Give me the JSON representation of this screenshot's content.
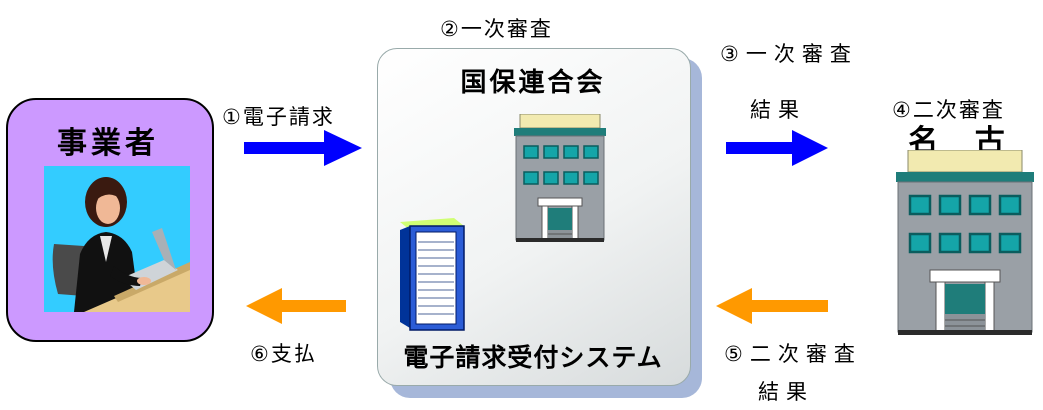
{
  "operator": {
    "title": "事業者"
  },
  "center": {
    "title": "国保連合会",
    "caption": "電子請求受付システム"
  },
  "nagoya": {
    "title": "名 古 屋"
  },
  "steps": {
    "s1": "①電子請求",
    "s2": "②一次審査",
    "s3_line1": "③一次審査",
    "s3_line2": "結果",
    "s4": "④二次審査",
    "s5_line1": "⑤二次審査",
    "s5_line2": "結果",
    "s6": "⑥支払"
  },
  "colors": {
    "operator_box": "#cc99ff",
    "photo_bg": "#33ccff",
    "arrow_forward": "#0000ff",
    "arrow_return": "#ff9900",
    "building_teal": "#1f7d7a",
    "building_window": "#15a5a8"
  },
  "icons": {
    "operator_photo": "office-worker-at-laptop",
    "center_building": "office-building-icon",
    "server": "server-rack-icon",
    "nagoya_building": "office-building-icon"
  }
}
